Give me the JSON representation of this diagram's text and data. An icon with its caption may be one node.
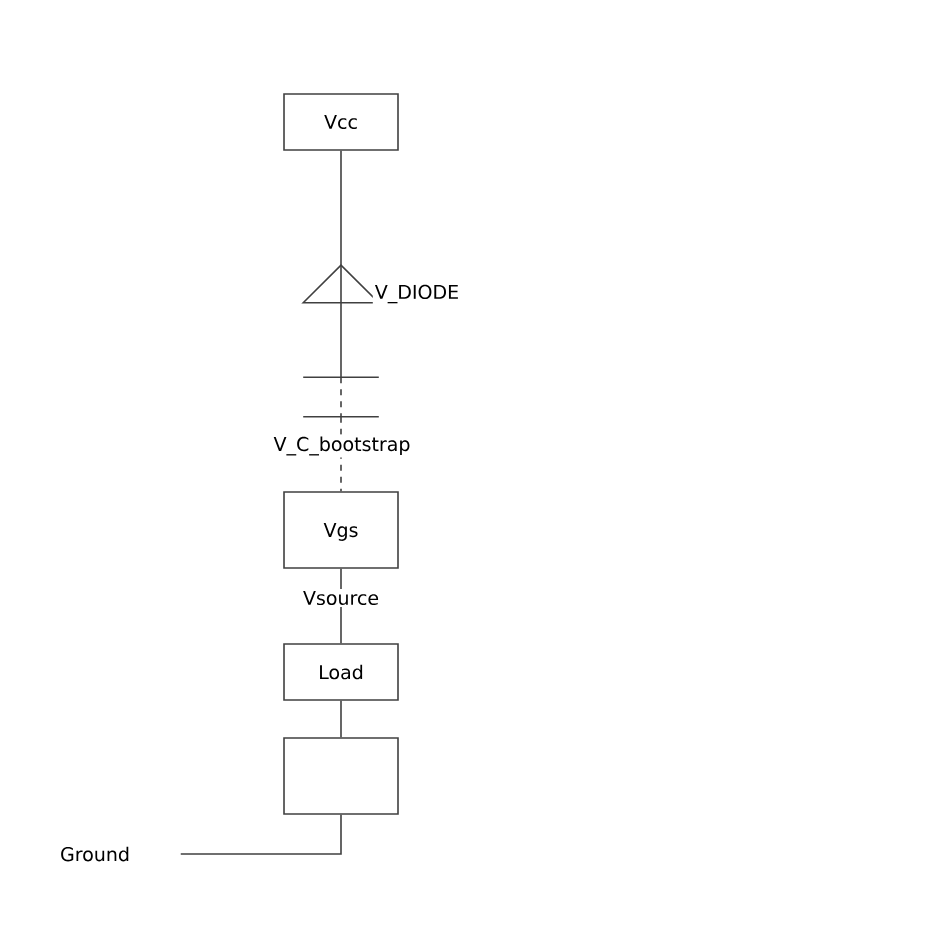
{
  "diagram": {
    "nodes": [
      {
        "text": [
          "Vcc"
        ]
      },
      {
        "text": [],
        "shape": "triangle",
        "beside": [
          "V_DIODE"
        ]
      },
      {
        "text": [],
        "shape": "capacitor",
        "beside": [
          "V_C_bootstrap"
        ]
      },
      {
        "text": [
          "Vgs"
        ]
      },
      {
        "text": [
          "Load"
        ]
      },
      {
        "text": [],
        "shape": "box"
      },
      {
        "text": [
          "Ground"
        ]
      }
    ],
    "edges": [
      {
        "from": 0,
        "to": 1,
        "arrow": "none"
      },
      {
        "from": 1,
        "to": 2,
        "arrow": "none"
      },
      {
        "from": 2,
        "to": 3,
        "arrow": "none",
        "style": "dashed"
      },
      {
        "from": 3,
        "to": 4,
        "arrow": "none",
        "label": "Vsource"
      },
      {
        "from": 4,
        "to": 5,
        "arrow": "none"
      },
      {
        "from": 5,
        "to": 6,
        "arrow": "none"
      }
    ]
  }
}
